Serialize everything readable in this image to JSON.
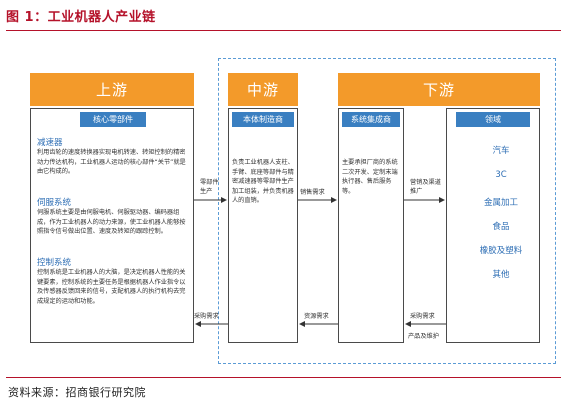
{
  "title": "图 1：工业机器人产业链",
  "source": "资料来源：招商银行研究院",
  "stages": {
    "upstream": "上游",
    "midstream": "中游",
    "downstream": "下游"
  },
  "labels": {
    "core_parts": "核心零部件",
    "body_manufacturer": "本体制造商",
    "integrator": "系统集成商",
    "domain": "领域"
  },
  "upstream_sections": [
    {
      "title": "减速器",
      "body": "利用齿轮的速度转换器实现电机转速、转矩控制的精密动力传达机构，工业机器人运动的核心部件“关节”就是由它构成的。"
    },
    {
      "title": "伺服系统",
      "body": "伺服系统主要是由伺服电机、伺服驱动器、编码器组成，作为工业机器人的动力来源，使工业机器人能够按照指令信号做出位置、速度及转矩的跟踪控制。"
    },
    {
      "title": "控制系统",
      "body": "控制系统是工业机器人的大脑，是决定机器人性能的关键要素，控制系统的主要任务是根据机器人作业指令以及传感器反馈回来的信号，支配机器人的执行机构去完成规定的运动和功能。"
    }
  ],
  "midstream_body": "负责工业机器人支柱、手臂、底座等部件与精密减速器等零部件生产加工组装，并负责机器人的直销。",
  "integrator_body": "主要承担厂商的系统二次开发、定制末端执行器、售后服务等。",
  "domains": [
    "汽车",
    "3C",
    "金属加工",
    "食品",
    "橡胶及塑料",
    "其他"
  ],
  "arrow_labels": {
    "parts_production": "零部件生产",
    "sales_demand": "销售需求",
    "marketing_channel": "营销及渠道推广",
    "purchase_demand_left": "采购需求",
    "purchase_demand_mid": "资源需求",
    "purchase_demand_right": "采购需求",
    "product_maintenance": "产品及维护"
  },
  "colors": {
    "accent_red": "#b5122a",
    "stage_orange": "#f39a2a",
    "label_blue": "#3a7fc1",
    "frame_blue": "#5b9bd5"
  }
}
